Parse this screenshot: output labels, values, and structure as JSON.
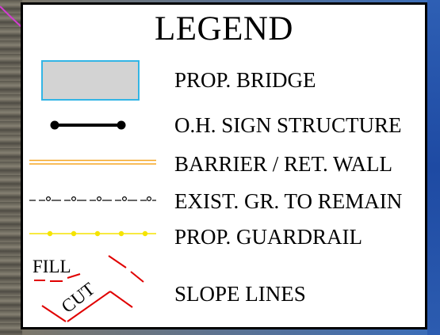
{
  "legend": {
    "title": "LEGEND",
    "items": [
      {
        "label": "PROP. BRIDGE",
        "symbol": "gray-box-icon",
        "fill": "#d3d3d3",
        "stroke": "#33b5e5"
      },
      {
        "label": "O.H. SIGN STRUCTURE",
        "symbol": "dumbbell-line-icon",
        "color": "#000000"
      },
      {
        "label": "BARRIER / RET. WALL",
        "symbol": "double-orange-line-icon",
        "color": "#f5a623"
      },
      {
        "label": "EXIST. GR. TO REMAIN",
        "symbol": "dash-circle-line-icon",
        "color": "#000000"
      },
      {
        "label": "PROP. GUARDRAIL",
        "symbol": "yellow-dot-line-icon",
        "color": "#f5e400"
      },
      {
        "label": "SLOPE LINES",
        "symbol": "slope-lines-icon",
        "color": "#e00000"
      }
    ],
    "slope_text": {
      "fill": "FILL",
      "cut": "CUT"
    }
  },
  "colors": {
    "panel_border": "#000000",
    "background_right": "#2a5bb0",
    "magenta_line": "#d43bd4"
  }
}
